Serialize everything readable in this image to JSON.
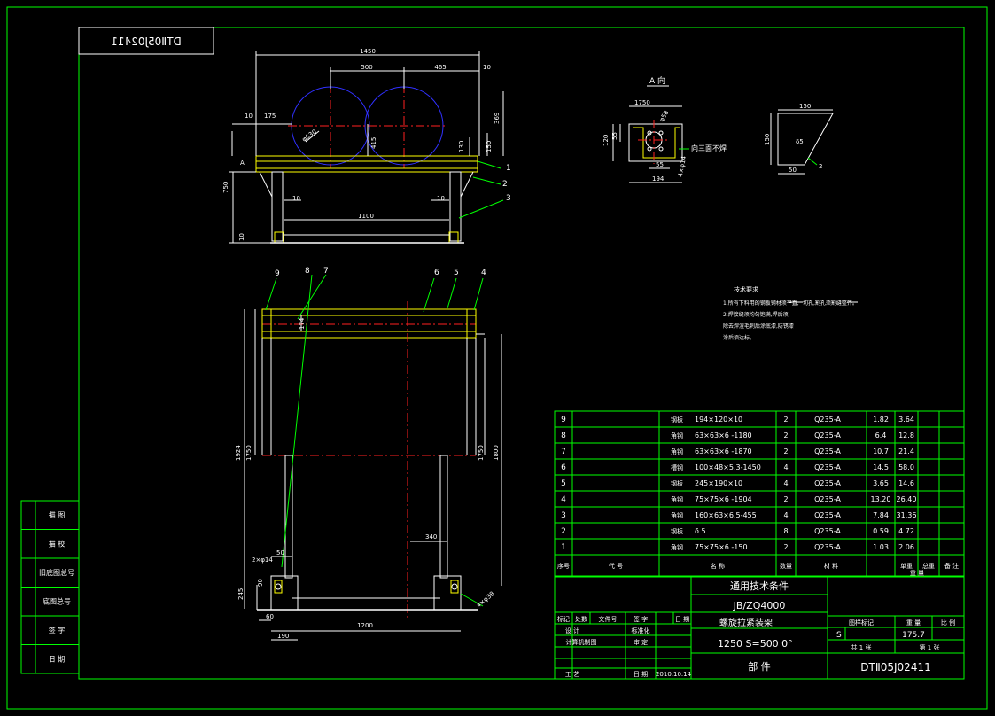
{
  "title_box_mirrored": "DTⅡ05J02411",
  "view_a_label": "A 向",
  "tech": {
    "heading": "技术要求",
    "lines": [
      "1.所有下料用的钢板钢材须平直,",
      "切孔,割孔须割缝整齐。",
      "2.焊接缝须均匀饱满,焊后须",
      "除去焊渣毛刺后涂底漆,防锈漆",
      "涂后须达标。"
    ]
  },
  "dims": {
    "d1450": "1450",
    "d500": "500",
    "d465": "465",
    "d10a": "10",
    "d10b": "10",
    "d175": "175",
    "d369": "369",
    "d150": "150",
    "d130": "130",
    "d415": "415",
    "d750": "750",
    "d10c": "10",
    "d10d": "10",
    "d10e": "10",
    "d1100": "1100",
    "d630": "φ630",
    "dA": "A",
    "a1750": "1750",
    "a55a": "55",
    "a120": "120",
    "a55b": "55",
    "a194": "194",
    "a14": "4×φ14",
    "aW": "φ58",
    "anote": "向三面不焊",
    "s150a": "150",
    "s150b": "150",
    "s50": "50",
    "sd5": "δ5",
    "s2": "2",
    "f174": "174",
    "f1924": "1924",
    "f1750": "1750",
    "f1750b": "1750",
    "f1800": "1800",
    "f340": "340",
    "f50": "50",
    "f90": "90",
    "f245": "245",
    "f60": "60",
    "f190": "190",
    "f1200": "1200",
    "f2xq14": "2×φ14",
    "f4q38": "4×φ38"
  },
  "balloons": [
    "1",
    "2",
    "3",
    "9",
    "8",
    "7",
    "6",
    "5",
    "4"
  ],
  "parts": [
    {
      "no": "9",
      "name": "钢板",
      "spec": "194×120×10",
      "qty": "2",
      "mat": "Q235-A",
      "unit": "1.82",
      "total": "3.64"
    },
    {
      "no": "8",
      "name": "角钢",
      "spec": "63×63×6 -1180",
      "qty": "2",
      "mat": "Q235-A",
      "unit": "6.4",
      "total": "12.8"
    },
    {
      "no": "7",
      "name": "角钢",
      "spec": "63×63×6 -1870",
      "qty": "2",
      "mat": "Q235-A",
      "unit": "10.7",
      "total": "21.4"
    },
    {
      "no": "6",
      "name": "槽钢",
      "spec": "100×48×5.3-1450",
      "qty": "4",
      "mat": "Q235-A",
      "unit": "14.5",
      "total": "58.0"
    },
    {
      "no": "5",
      "name": "钢板",
      "spec": "245×190×10",
      "qty": "4",
      "mat": "Q235-A",
      "unit": "3.65",
      "total": "14.6"
    },
    {
      "no": "4",
      "name": "角钢",
      "spec": "75×75×6 -1904",
      "qty": "2",
      "mat": "Q235-A",
      "unit": "13.20",
      "total": "26.40"
    },
    {
      "no": "3",
      "name": "角钢",
      "spec": "160×63×6.5-455",
      "qty": "4",
      "mat": "Q235-A",
      "unit": "7.84",
      "total": "31.36"
    },
    {
      "no": "2",
      "name": "钢板",
      "spec": "δ 5",
      "qty": "8",
      "mat": "Q235-A",
      "unit": "0.59",
      "total": "4.72"
    },
    {
      "no": "1",
      "name": "角钢",
      "spec": "75×75×6 -150",
      "qty": "2",
      "mat": "Q235-A",
      "unit": "1.03",
      "total": "2.06"
    }
  ],
  "parts_header": {
    "no": "序号",
    "code": "代 号",
    "name": "名 称",
    "qty": "数量",
    "mat": "材 料",
    "unit": "单重",
    "total": "总重",
    "weight": "重 量",
    "note": "备 注"
  },
  "title_block": {
    "std1": "通用技术条件",
    "std2": "JB/ZQ4000",
    "name1": "螺旋拉紧装架",
    "name2": "1250 S=500 0°",
    "part": "部 件",
    "code": "DTⅡ05J02411",
    "stage_label": "图样标记",
    "weight_label": "重 量",
    "scale_label": "比 例",
    "stage": "S",
    "weight": "175.7",
    "sheets": "共 1 张",
    "sheet": "第 1 张",
    "rev_cols": [
      "标记",
      "处数",
      "文件号",
      "签 字",
      "日 期"
    ],
    "design": "设 计",
    "std_check": "标准化",
    "drafter": "计算机制图",
    "review": "审 定",
    "process": "工 艺",
    "date_label": "日 期",
    "date": "2010.10.14"
  },
  "sidebar": [
    "描 图",
    "描 校",
    "旧底图总号",
    "底图总号",
    "签 字",
    "日 期"
  ]
}
